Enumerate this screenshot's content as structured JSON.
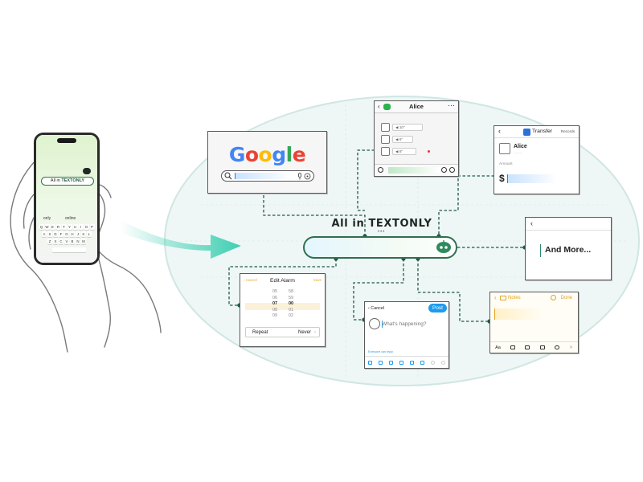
{
  "headline": {
    "prefix": "All in",
    "brand": "TEXTONLY"
  },
  "phone": {
    "bubble_prefix": "All in",
    "bubble_brand": "TEXTONLY",
    "suggestions": [
      "only",
      "online",
      ""
    ],
    "keyboard_rows": [
      [
        "Q",
        "W",
        "E",
        "R",
        "T",
        "Y",
        "U",
        "I",
        "O",
        "P"
      ],
      [
        "A",
        "S",
        "D",
        "F",
        "G",
        "H",
        "J",
        "K",
        "L"
      ],
      [
        "Z",
        "X",
        "C",
        "V",
        "B",
        "N",
        "M"
      ]
    ]
  },
  "cards": {
    "google": {
      "logo": "Google",
      "logo_colors": [
        "#4285F4",
        "#EA4335",
        "#FBBC05",
        "#4285F4",
        "#34A853",
        "#EA4335"
      ]
    },
    "chat": {
      "title": "Alice",
      "messages": [
        "10\"",
        "6\"",
        "8\""
      ]
    },
    "transfer": {
      "title": "Transfer",
      "records": "Records",
      "recipient": "Alice",
      "recipient_sub": "········",
      "amount_label": "Amount",
      "currency": "$"
    },
    "more": {
      "label": "And More..."
    },
    "alarm": {
      "title": "Edit Alarm",
      "cancel": "Cancel",
      "save": "Save",
      "hours": [
        "05",
        "06",
        "07",
        "08",
        "09"
      ],
      "minutes": [
        "58",
        "59",
        "00",
        "01",
        "02"
      ],
      "repeat_label": "Repeat",
      "repeat_value": "Never"
    },
    "post": {
      "cancel": "Cancel",
      "button": "Post",
      "placeholder": "What's happening?",
      "reply_note": "Everyone can reply"
    },
    "notes": {
      "title": "Notes",
      "done": "Done",
      "toolbar": [
        "Aa",
        "list",
        "table",
        "camera",
        "markup",
        "close"
      ]
    }
  },
  "colors": {
    "accent_green": "#2f6f4f",
    "wire_dash": "#1f5a43",
    "arrow_teal": "#3ecfb2",
    "oval_fill": "#eef7f6",
    "post_blue": "#1d9bf0",
    "notes_yellow": "#e2a21f"
  }
}
